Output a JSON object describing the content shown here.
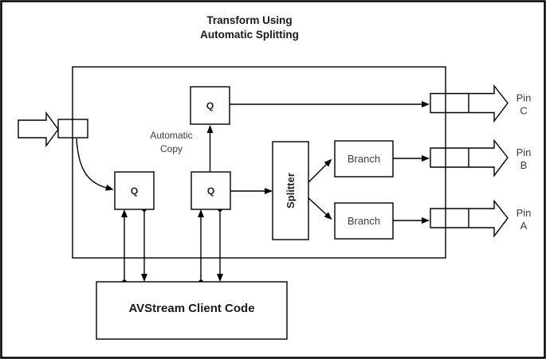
{
  "colors": {
    "background": "#ffffff",
    "line": "#000000",
    "label_text": "#3d3d3d",
    "bold_text": "#1a1a1a"
  },
  "title": {
    "line1": "Transform Using",
    "line2": "Automatic Splitting"
  },
  "filter": {
    "queue_label": "Q",
    "splitter_label": "Splitter",
    "branch_label": "Branch",
    "automatic_copy": {
      "line1": "Automatic",
      "line2": "Copy"
    }
  },
  "pins": [
    {
      "word": "Pin",
      "letter": "C"
    },
    {
      "word": "Pin",
      "letter": "B"
    },
    {
      "word": "Pin",
      "letter": "A"
    }
  ],
  "client": {
    "label": "AVStream Client Code"
  }
}
